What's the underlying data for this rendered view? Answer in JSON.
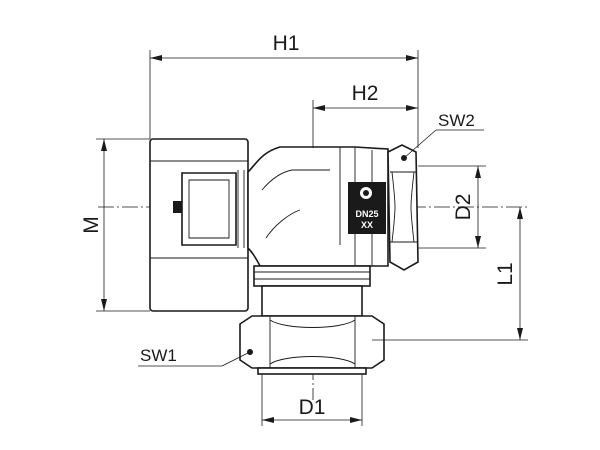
{
  "dimensions": {
    "h1": "H1",
    "h2": "H2",
    "m": "M",
    "d1": "D1",
    "d2": "D2",
    "l1": "L1"
  },
  "callouts": {
    "sw1": "SW1",
    "sw2": "SW2"
  },
  "body_marking": {
    "size": "DN25",
    "code": "XX"
  }
}
